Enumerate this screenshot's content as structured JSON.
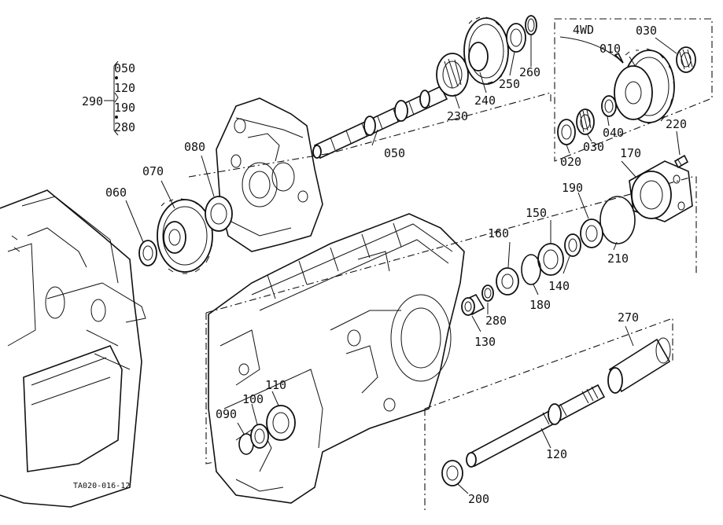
{
  "figure_code": "TA020-016-12",
  "group_label": "4WD",
  "kit": {
    "label": "290",
    "items": [
      "050",
      "120",
      "190",
      "280"
    ]
  },
  "parts": {
    "p010": "010",
    "p020": "020",
    "p030a": "030",
    "p030b": "030",
    "p040": "040",
    "p050": "050",
    "p060": "060",
    "p070": "070",
    "p080": "080",
    "p090": "090",
    "p100": "100",
    "p110": "110",
    "p120": "120",
    "p130": "130",
    "p140": "140",
    "p150": "150",
    "p160": "160",
    "p170": "170",
    "p180": "180",
    "p190": "190",
    "p200": "200",
    "p210": "210",
    "p220": "220",
    "p230": "230",
    "p240": "240",
    "p250": "250",
    "p260": "260",
    "p270": "270",
    "p280": "280"
  }
}
